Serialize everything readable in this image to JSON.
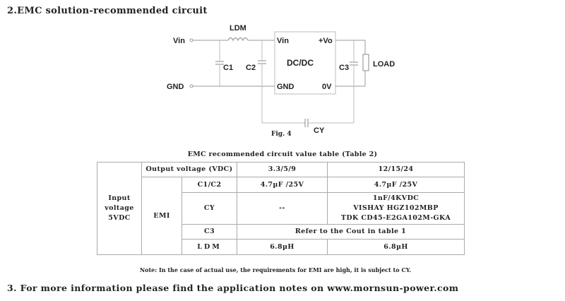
{
  "heading": "2.EMC solution-recommended circuit",
  "circuit": {
    "labels": {
      "vin": "Vin",
      "gnd": "GND",
      "ldm": "LDM",
      "c1": "C1",
      "c2": "C2",
      "dcdc": "DC/DC",
      "vin_pin": "Vin",
      "vo_pin": "+Vo",
      "gnd_pin": "GND",
      "ov_pin": "0V",
      "c3": "C3",
      "load": "LOAD",
      "cy": "CY"
    }
  },
  "figure_caption": "Fig. 4",
  "table": {
    "title": "EMC recommended circuit value table (Table 2)",
    "input_voltage_line1": "Input",
    "input_voltage_line2": "voltage",
    "input_voltage_line3": "5VDC",
    "output_voltage_header": "Output voltage (VDC)",
    "col1_header": "3.3/5/9",
    "col2_header": "12/15/24",
    "emi_label": "EMI",
    "rows": {
      "c1c2": {
        "name": "C1/C2",
        "col1": "4.7µF /25V",
        "col2": "4.7µF /25V"
      },
      "cy": {
        "name": "CY",
        "col1": "--",
        "col2_line1": "1nF/4KVDC",
        "col2_line2": "VISHAY HGZ102MBP",
        "col2_line3": "TDK CD45-E2GA102M-GKA"
      },
      "c3": {
        "name": "C3",
        "merged": "Refer to the Cout in table 1"
      },
      "ldm": {
        "name": "LDM",
        "col1": "6.8µH",
        "col2": "6.8µH"
      }
    }
  },
  "note": "Note: In the case of actual use, the requirements for EMI are high, it is subject to CY.",
  "more_info": "3. For more information please find the application notes on www.mornsun-power.com"
}
